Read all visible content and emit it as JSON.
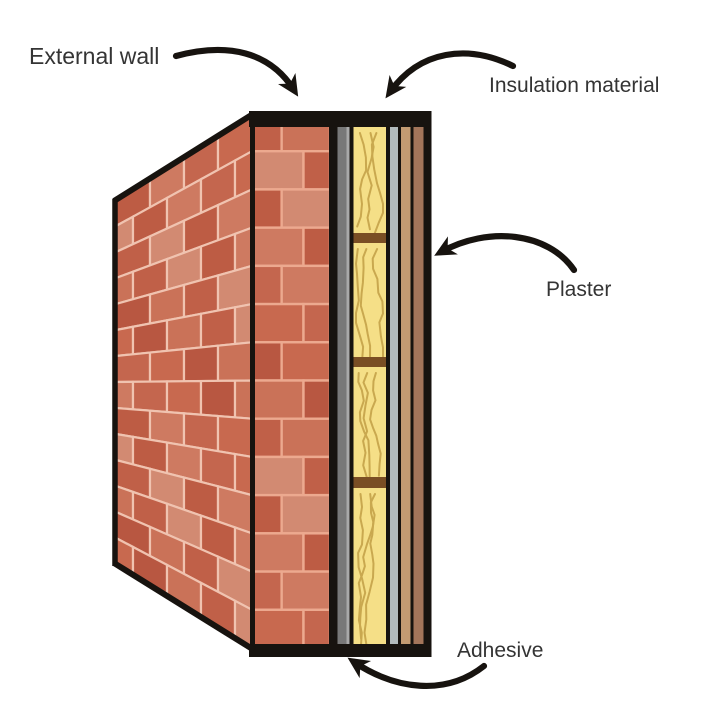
{
  "labels": {
    "external_wall": "External wall",
    "insulation": "Insulation material",
    "plaster": "Plaster",
    "adhesive": "Adhesive"
  },
  "counts": {
    "insulation_panels": 4,
    "insulation_dividers": 3
  },
  "colors": {
    "background": "#ffffff",
    "outline": "#17130f",
    "arrow": "#17130f",
    "text": "#343434",
    "mortar_angled": "#f0c3b0",
    "mortar_front": "#eca98f",
    "brick_palette": [
      "#bd5c44",
      "#c8694f",
      "#c06048",
      "#ce7a61",
      "#b85741",
      "#d28a72",
      "#c4664e",
      "#ca7258"
    ],
    "adhesive_dark": "#787878",
    "adhesive_light": "#a9a9a9",
    "insulation_fill": "#f5df87",
    "insulation_squiggle": "#c9a84f",
    "insulation_divider": "#7a4e24",
    "base_coat_gray": "#b2bbbd",
    "plaster_tan": "#c39b72",
    "plaster_brown": "#a3755a"
  }
}
